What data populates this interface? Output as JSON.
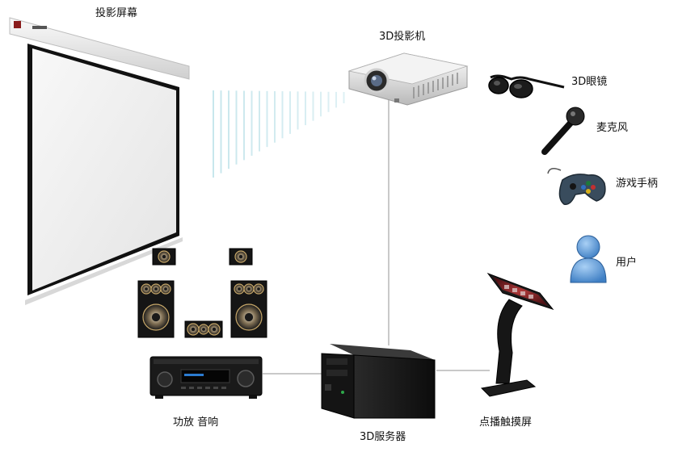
{
  "labels": {
    "screen": "投影屏幕",
    "projector": "3D投影机",
    "glasses": "3D眼镜",
    "microphone": "麦克风",
    "gamepad": "游戏手柄",
    "user": "用户",
    "amp_speakers": "功放 音响",
    "server": "3D服务器",
    "touchscreen": "点播触摸屏"
  },
  "colors": {
    "connector": "#c9c9c9",
    "beam": "#bfe3ea",
    "device_black": "#141414",
    "user_blue": "#5d9ad8"
  },
  "icons": {
    "screen": "projection-screen-icon",
    "projector": "projector-icon",
    "glasses": "3d-glasses-icon",
    "microphone": "microphone-icon",
    "gamepad": "gamepad-icon",
    "user": "user-icon",
    "speakers": "speaker-set-icon",
    "amplifier": "av-receiver-icon",
    "server": "rack-server-icon",
    "touchscreen": "kiosk-touchscreen-icon"
  }
}
